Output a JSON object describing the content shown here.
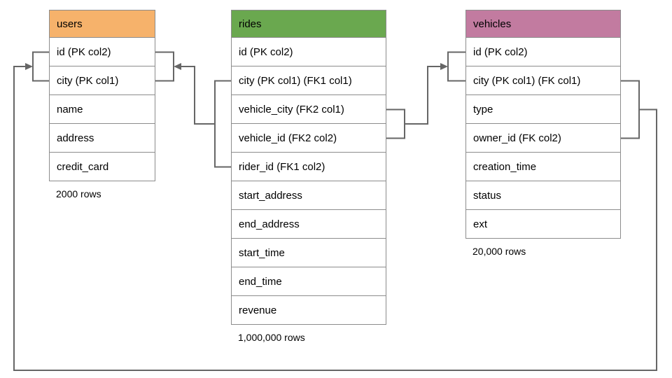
{
  "diagram": {
    "tables": [
      {
        "name": "users",
        "header_color": "#f6b26b",
        "columns": [
          "id (PK col2)",
          "city (PK col1)",
          "name",
          "address",
          "credit_card"
        ],
        "rows_label": "2000 rows"
      },
      {
        "name": "rides",
        "header_color": "#6aa84f",
        "columns": [
          "id (PK col2)",
          "city (PK col1) (FK1 col1)",
          "vehicle_city (FK2 col1)",
          "vehicle_id (FK2 col2)",
          "rider_id (FK1 col2)",
          "start_address",
          "end_address",
          "start_time",
          "end_time",
          "revenue"
        ],
        "rows_label": "1,000,000 rows"
      },
      {
        "name": "vehicles",
        "header_color": "#c27ba0",
        "columns": [
          "id (PK col2)",
          "city (PK col1) (FK col1)",
          "type",
          "owner_id (FK col2)",
          "creation_time",
          "status",
          "ext"
        ],
        "rows_label": "20,000 rows"
      }
    ],
    "relationships": [
      {
        "from": "rides",
        "to": "users",
        "fk": "FK1",
        "from_columns": [
          "city",
          "rider_id"
        ],
        "to_columns": [
          "id",
          "city"
        ]
      },
      {
        "from": "rides",
        "to": "vehicles",
        "fk": "FK2",
        "from_columns": [
          "vehicle_city",
          "vehicle_id"
        ],
        "to_columns": [
          "id",
          "city"
        ]
      },
      {
        "from": "vehicles",
        "to": "users",
        "fk": "FK",
        "from_columns": [
          "city",
          "owner_id"
        ],
        "to_columns": [
          "id",
          "city"
        ]
      }
    ],
    "colors": {
      "line": "#666666",
      "table_border": "#8c8c8c",
      "users_header": "#f6b26b",
      "rides_header": "#6aa84f",
      "vehicles_header": "#c27ba0"
    }
  }
}
